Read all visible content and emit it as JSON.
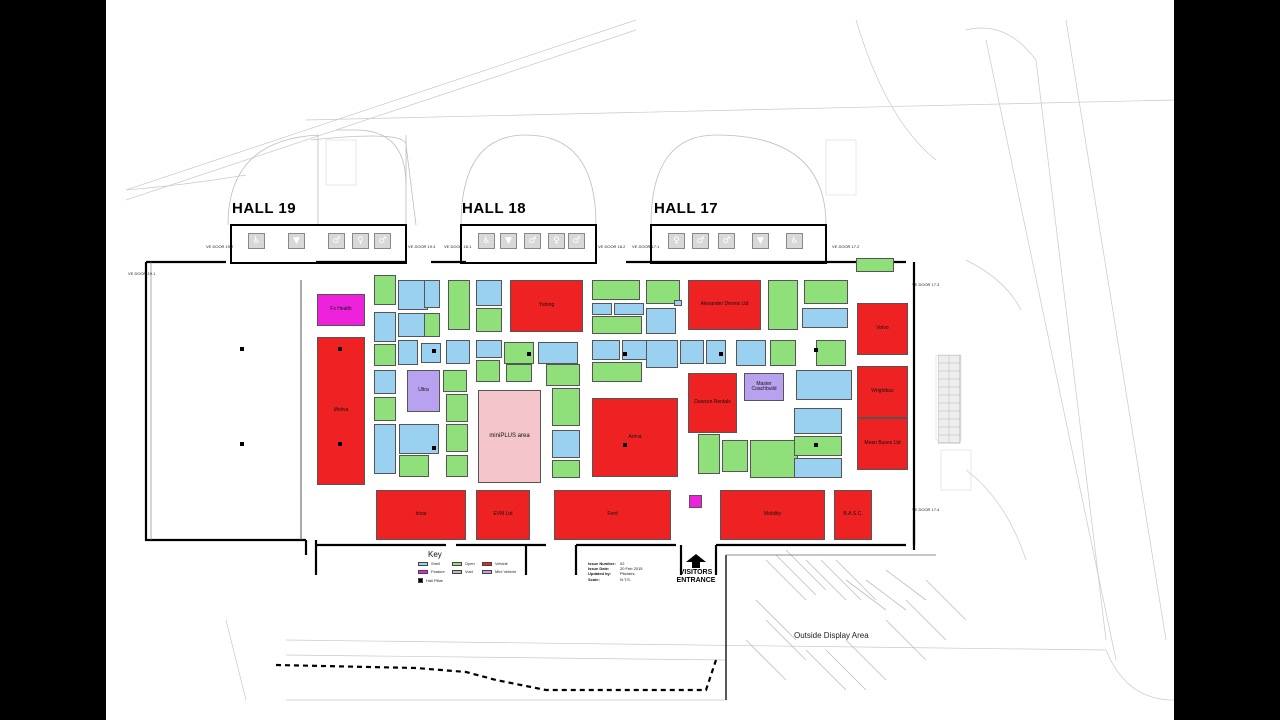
{
  "halls": [
    {
      "name": "HALL 19"
    },
    {
      "name": "HALL 18"
    },
    {
      "name": "HALL 17"
    }
  ],
  "doors": [
    {
      "label": "VE DOOR\n19.1"
    },
    {
      "label": "VE DOOR\n19.2"
    },
    {
      "label": "VE DOOR\n19.3"
    },
    {
      "label": "VE DOOR\n18.1"
    },
    {
      "label": "VE DOOR\n18.2"
    },
    {
      "label": "VE DOOR\n17.1"
    },
    {
      "label": "VE DOOR\n17.2"
    },
    {
      "label": "VE DOOR\n17.3"
    },
    {
      "label": "VE DOOR\n17.4"
    }
  ],
  "stands": [
    {
      "id": "fxhealth",
      "label": "Fx Health",
      "type": "feature"
    },
    {
      "id": "motiva",
      "label": "Motiva",
      "type": "vehicle"
    },
    {
      "id": "yutong",
      "label": "Yutong",
      "type": "vehicle"
    },
    {
      "id": "alexander",
      "label": "Alexander Dennis Ltd",
      "type": "vehicle"
    },
    {
      "id": "volvo",
      "label": "Volvo",
      "type": "vehicle"
    },
    {
      "id": "wrightbus",
      "label": "Wrightbus",
      "type": "vehicle"
    },
    {
      "id": "mbusnl",
      "label": "Mean Buses Ltd",
      "type": "vehicle"
    },
    {
      "id": "arriva",
      "label": "Arriva",
      "type": "vehicle"
    },
    {
      "id": "dawson",
      "label": "Dawson Rentals",
      "type": "vehicle"
    },
    {
      "id": "irizar",
      "label": "Irizar",
      "type": "vehicle"
    },
    {
      "id": "evmltd",
      "label": "EVM Ltd",
      "type": "vehicle"
    },
    {
      "id": "ford",
      "label": "Ford",
      "type": "vehicle"
    },
    {
      "id": "mobility",
      "label": "Mobility",
      "type": "vehicle"
    },
    {
      "id": "basc",
      "label": "B.A.S.C.",
      "type": "vehicle"
    },
    {
      "id": "miniplus",
      "label": "miniPLUS area",
      "type": "pink"
    },
    {
      "id": "ultra",
      "label": "Ultra",
      "type": "mini"
    },
    {
      "id": "masterx",
      "label": "Master Coachbuild",
      "type": "mini"
    },
    {
      "id": "ve-feature",
      "label": "",
      "type": "feature"
    }
  ],
  "key": {
    "title": "Key",
    "items": [
      {
        "label": "Shell",
        "color": "#9ad1f0"
      },
      {
        "label": "Open",
        "color": "#8fe07a"
      },
      {
        "label": "Vehicle",
        "color": "#ee2222"
      },
      {
        "label": "Feature",
        "color": "#ee22dd"
      },
      {
        "label": "Void",
        "color": "#bbbbbb"
      },
      {
        "label": "Mini Vehicle",
        "color": "#b8a2f0"
      },
      {
        "label": "Hall Pillar",
        "color": "#000000"
      }
    ]
  },
  "issue": {
    "labels": "Issue Number:\nIssue Date:\nUpdated by:\nScale:",
    "values": "02\n20 Feb 2015\nPitchers\nN.T.S."
  },
  "entrance": "VISITORS\nENTRANCE",
  "outside": "Outside Display Area",
  "colors": {
    "shell": "#9ad1f0",
    "open": "#8fe07a",
    "vehicle": "#ee2222",
    "feature": "#ee22dd",
    "void": "#bbbbbb",
    "mini": "#b8a2f0",
    "pink": "#f4c6cc"
  }
}
